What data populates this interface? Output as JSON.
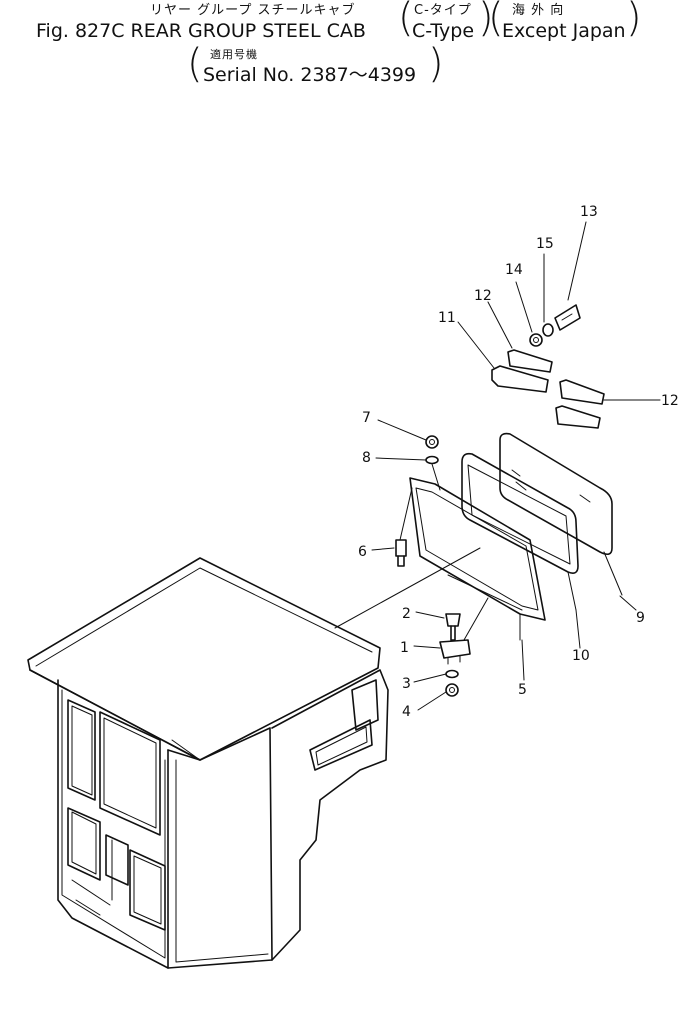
{
  "header": {
    "title_jp": "リヤー グループ スチールキャブ",
    "title_en": "Fig. 827C  REAR GROUP STEEL CAB",
    "ctype_jp": "C-タイプ",
    "ctype_en": "C-Type",
    "market_jp": "海  外  向",
    "market_en": "Except Japan",
    "serial_jp": "適用号機",
    "serial_en": "Serial No. 2387～4399"
  },
  "callouts": [
    "1",
    "2",
    "3",
    "4",
    "5",
    "6",
    "7",
    "8",
    "9",
    "10",
    "11",
    "12",
    "12",
    "13",
    "14",
    "15"
  ]
}
